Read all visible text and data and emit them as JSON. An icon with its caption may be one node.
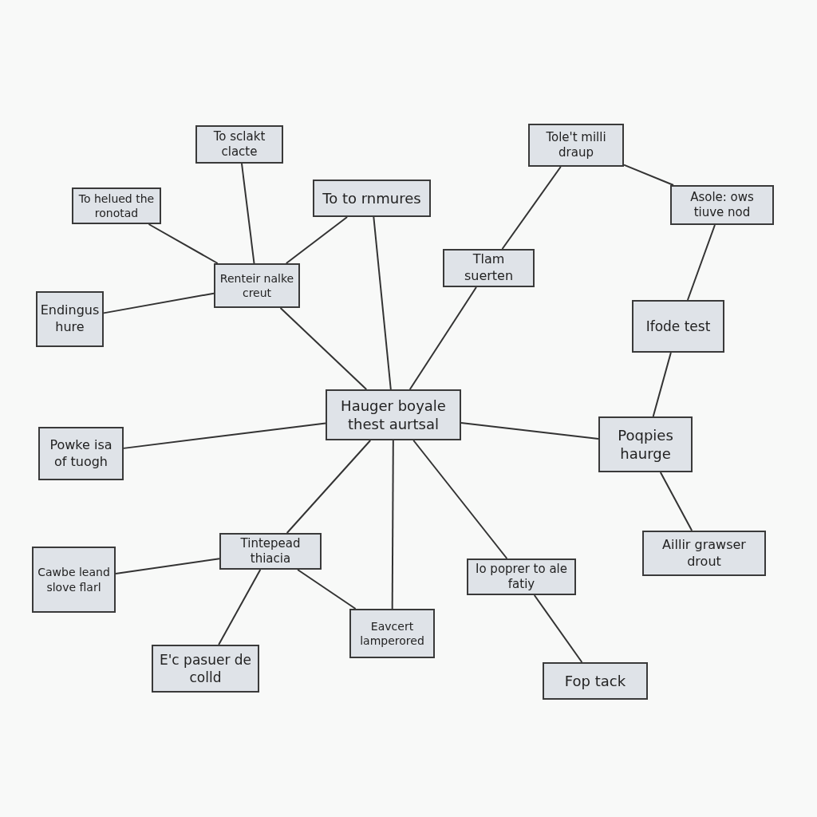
{
  "diagram": {
    "nodes": [
      {
        "text": [
          "To sclakt clacte"
        ]
      },
      {
        "text": [
          "Tole't milli draup"
        ]
      },
      {
        "text": [
          "To to rnmures"
        ]
      },
      {
        "text": [
          "Asole: ows tiuve nod"
        ]
      },
      {
        "text": [
          "To helued the ronotad"
        ]
      },
      {
        "text": [
          "Tlam suerten"
        ]
      },
      {
        "text": [
          "Renteir nalke creut"
        ]
      },
      {
        "text": [
          "Endingus hure"
        ]
      },
      {
        "text": [
          "Ifode test"
        ]
      },
      {
        "text": [
          "Hauger boyale thest aurtsal"
        ]
      },
      {
        "text": [
          "Powke isa of tuogh"
        ]
      },
      {
        "text": [
          "Poqpies haurge"
        ]
      },
      {
        "text": [
          "Tintepead thiacia"
        ]
      },
      {
        "text": [
          "Aillir grawser drout"
        ]
      },
      {
        "text": [
          "Io poprer to ale fatiy"
        ]
      },
      {
        "text": [
          "Cawbe leand slove flarl"
        ]
      },
      {
        "text": [
          "Eavcert lamperored"
        ]
      },
      {
        "text": [
          "E'c pasuer de colld"
        ]
      },
      {
        "text": [
          "Fop tack"
        ]
      }
    ],
    "edges": [
      {
        "from": 6,
        "to": 0,
        "arrow": "none"
      },
      {
        "from": 6,
        "to": 4,
        "arrow": "none"
      },
      {
        "from": 6,
        "to": 2,
        "arrow": "none"
      },
      {
        "from": 6,
        "to": 7,
        "arrow": "none"
      },
      {
        "from": 6,
        "to": 9,
        "arrow": "none"
      },
      {
        "from": 2,
        "to": 9,
        "arrow": "none"
      },
      {
        "from": 5,
        "to": 9,
        "arrow": "none"
      },
      {
        "from": 1,
        "to": 5,
        "arrow": "none"
      },
      {
        "from": 1,
        "to": 3,
        "arrow": "none"
      },
      {
        "from": 3,
        "to": 8,
        "arrow": "none"
      },
      {
        "from": 8,
        "to": 11,
        "arrow": "none"
      },
      {
        "from": 9,
        "to": 11,
        "arrow": "none"
      },
      {
        "from": 9,
        "to": 10,
        "arrow": "none"
      },
      {
        "from": 9,
        "to": 12,
        "arrow": "none"
      },
      {
        "from": 9,
        "to": 16,
        "arrow": "none"
      },
      {
        "from": 9,
        "to": 14,
        "arrow": "none"
      },
      {
        "from": 11,
        "to": 13,
        "arrow": "none"
      },
      {
        "from": 12,
        "to": 15,
        "arrow": "none"
      },
      {
        "from": 12,
        "to": 17,
        "arrow": "none"
      },
      {
        "from": 12,
        "to": 16,
        "arrow": "none"
      },
      {
        "from": 14,
        "to": 18,
        "arrow": "none"
      }
    ]
  }
}
